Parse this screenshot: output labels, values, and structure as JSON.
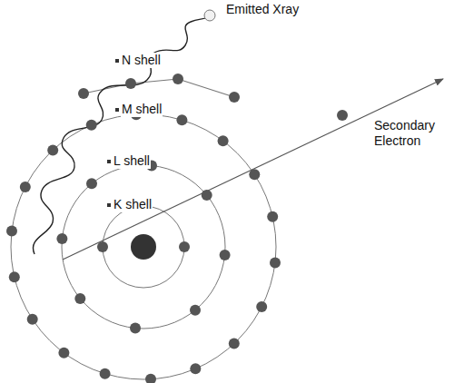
{
  "diagram": {
    "labels": [
      "Emitted Xray",
      "N shell",
      "M shell",
      "L shell",
      "K shell",
      "Secondary Electron"
    ]
  }
}
